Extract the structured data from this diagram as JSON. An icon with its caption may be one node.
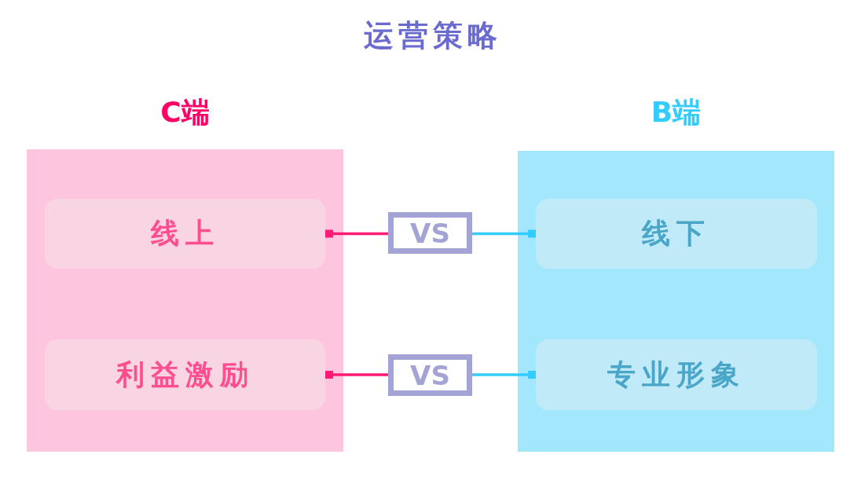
{
  "diagram": {
    "title": "运营策略",
    "nodes": [
      {
        "text": [
          "C端"
        ]
      },
      {
        "text": [
          "线上"
        ],
        "in": 0
      },
      {
        "text": [
          "利益激励"
        ],
        "in": 0
      },
      {
        "text": [
          "VS"
        ]
      },
      {
        "text": [
          "VS"
        ]
      },
      {
        "text": [
          "B端"
        ]
      },
      {
        "text": [
          "线下"
        ],
        "in": 5
      },
      {
        "text": [
          "专业形象"
        ],
        "in": 5
      }
    ],
    "edges": [
      {
        "from": 1,
        "to": 3,
        "arrow": "other",
        "color": "#ff1a75"
      },
      {
        "from": 3,
        "to": 6,
        "arrow": "other",
        "color": "#33ccff"
      },
      {
        "from": 2,
        "to": 4,
        "arrow": "other",
        "color": "#ff1a75"
      },
      {
        "from": 4,
        "to": 7,
        "arrow": "other",
        "color": "#33ccff"
      }
    ]
  }
}
